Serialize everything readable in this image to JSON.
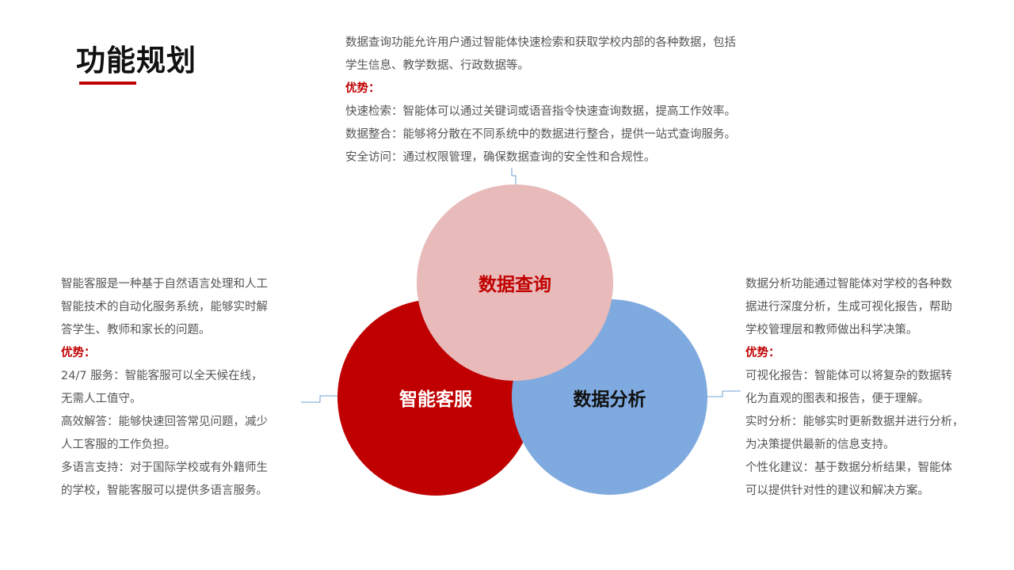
{
  "title": "功能规划",
  "colors": {
    "accent": "#c00000",
    "pink": "#e8baba",
    "blue": "#7faadf"
  },
  "circles": {
    "query": "数据查询",
    "service": "智能客服",
    "analysis": "数据分析"
  },
  "query_block": {
    "lines": [
      "数据查询功能允许用户通过智能体快速检索和获取学校内部的各种数据，包括",
      "学生信息、教学数据、行政数据等。",
      "优势：",
      "快速检索：智能体可以通过关键词或语音指令快速查询数据，提高工作效率。",
      "数据整合：能够将分散在不同系统中的数据进行整合，提供一站式查询服务。",
      "安全访问：通过权限管理，确保数据查询的安全性和合规性。"
    ]
  },
  "service_block": {
    "lines": [
      "智能客服是一种基于自然语言处理和人工",
      "智能技术的自动化服务系统，能够实时解",
      "答学生、教师和家长的问题。",
      "优势：",
      "24/7 服务：智能客服可以全天候在线，",
      "无需人工值守。",
      "高效解答：能够快速回答常见问题，减少",
      "人工客服的工作负担。",
      "多语言支持：对于国际学校或有外籍师生",
      "的学校，智能客服可以提供多语言服务。"
    ]
  },
  "analysis_block": {
    "lines": [
      "数据分析功能通过智能体对学校的各种数",
      "据进行深度分析，生成可视化报告，帮助",
      "学校管理层和教师做出科学决策。",
      "优势：",
      "可视化报告：智能体可以将复杂的数据转",
      "化为直观的图表和报告，便于理解。",
      "实时分析：能够实时更新数据并进行分析，",
      "为决策提供最新的信息支持。",
      "个性化建议：基于数据分析结果，智能体",
      "可以提供针对性的建议和解决方案。"
    ]
  }
}
